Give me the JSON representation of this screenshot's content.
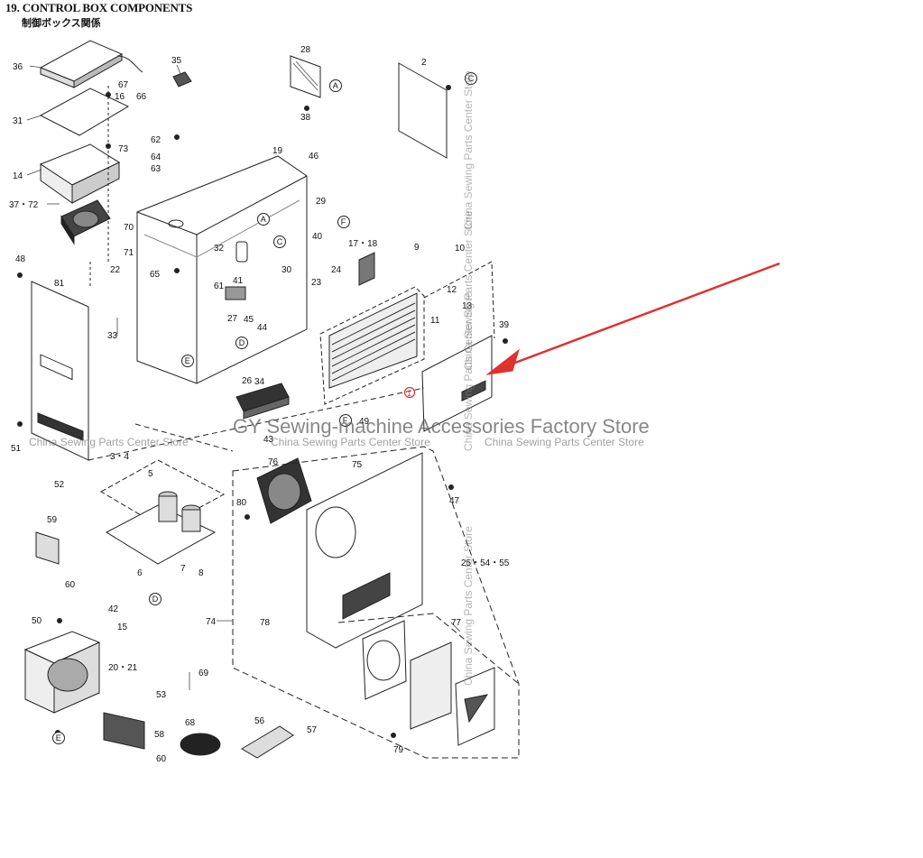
{
  "header": {
    "title": "19. CONTROL BOX COMPONENTS",
    "subtitle": "制御ボックス関係"
  },
  "watermarks": {
    "main": "GY Sewing-machine Accessories Factory Store",
    "small": [
      "China Sewing Parts Center Store",
      "China Sewing Parts Center Store",
      "China Sewing Parts Center Store"
    ],
    "vertical": [
      "China Sewing Parts Center Store",
      "China Sewing Parts Center Store",
      "China Sewing Parts Center Store",
      "China Sewing Parts Center Store"
    ]
  },
  "annotation": {
    "arrow_color": "#e03030",
    "marker_label": "1"
  },
  "part_labels": [
    "36",
    "67",
    "16",
    "66",
    "31",
    "73",
    "14",
    "37・72",
    "70",
    "71",
    "35",
    "28",
    "38",
    "62",
    "64",
    "63",
    "19",
    "46",
    "29",
    "40",
    "32",
    "65",
    "30",
    "41",
    "61",
    "27",
    "45",
    "44",
    "24",
    "23",
    "17・18",
    "9",
    "10",
    "12",
    "11",
    "13",
    "39",
    "48",
    "81",
    "51",
    "52",
    "22",
    "33",
    "26",
    "34",
    "43",
    "49",
    "3・4",
    "5",
    "6",
    "7",
    "8",
    "59",
    "60",
    "42",
    "15",
    "50",
    "20・21",
    "53",
    "69",
    "58",
    "60",
    "68",
    "56",
    "57",
    "76",
    "80",
    "75",
    "47",
    "25・54・55",
    "74",
    "78",
    "77",
    "79",
    "2"
  ],
  "circle_letters": [
    "A",
    "C",
    "F",
    "A",
    "C",
    "D",
    "E",
    "F",
    "D",
    "E"
  ]
}
